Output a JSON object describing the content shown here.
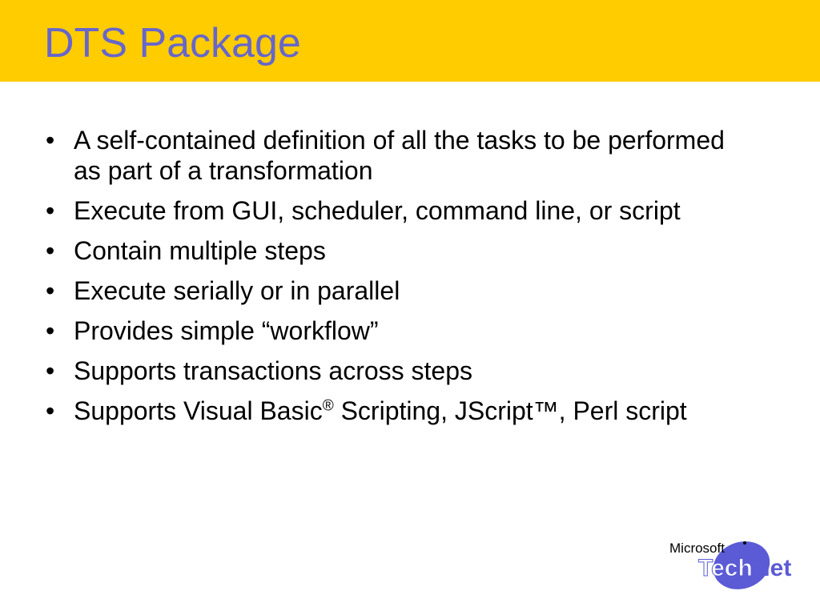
{
  "slide": {
    "title": "DTS Package",
    "bullets": [
      {
        "text": "A self-contained definition of all the tasks to be performed as part of a transformation"
      },
      {
        "text": "Execute from GUI, scheduler, command line, or script"
      },
      {
        "text": "Contain multiple steps"
      },
      {
        "text": "Execute serially or in parallel"
      },
      {
        "text": "Provides simple “workflow”"
      },
      {
        "text": "Supports transactions across steps"
      },
      {
        "text_before_reg": "Supports Visual Basic",
        "reg_mark": "®",
        "text_after_reg": " Scripting, JScript™, Perl script"
      }
    ],
    "bullet_glyph": "•"
  },
  "logo": {
    "microsoft": "Microsoft",
    "brand_part1": "Tech",
    "brand_part2": "Net",
    "brand_color": "#5b5bd6"
  },
  "colors": {
    "title_bar": "#ffcc00",
    "title_text": "#6666cc"
  }
}
